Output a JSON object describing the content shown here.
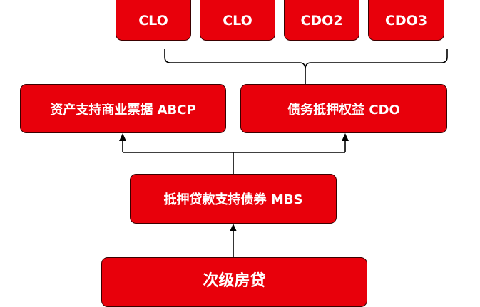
{
  "top_row": [
    {
      "label": "CLO"
    },
    {
      "label": "CLO"
    },
    {
      "label": "CDO2"
    },
    {
      "label": "CDO3"
    }
  ],
  "middle_row": {
    "left": {
      "label": "资产支持商业票据 ABCP"
    },
    "right": {
      "label": "债务抵押权益 CDO"
    }
  },
  "mbs": {
    "label": "抵押贷款支持债券 MBS"
  },
  "base": {
    "label": "次级房贷"
  },
  "colors": {
    "box_fill": "#e8000b",
    "box_border": "#3a0000",
    "text": "#ffffff",
    "connector": "#000000"
  }
}
